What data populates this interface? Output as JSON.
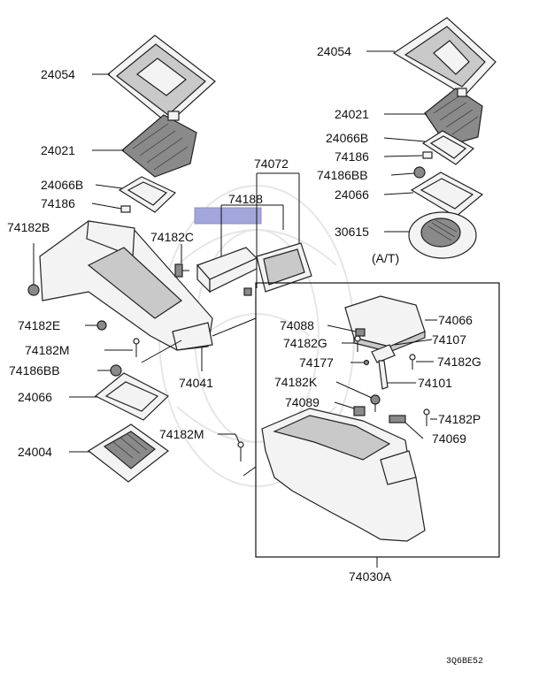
{
  "labels": {
    "l24054_left": "24054",
    "l24021_left": "24021",
    "l24066b_left": "24066B",
    "l74186_left": "74186",
    "l74182b": "74182B",
    "l74182e": "74182E",
    "l74182m_left": "74182M",
    "l74186bb_left": "74186BB",
    "l24066_left": "24066",
    "l24004": "24004",
    "l74182m_mid": "74182M",
    "l74182c": "74182C",
    "l74188": "74188",
    "l74072": "74072",
    "l74041": "74041",
    "l24054_right": "24054",
    "l24021_right": "24021",
    "l24066b_right": "24066B",
    "l74186_right": "74186",
    "l74186bb_right": "74186BB",
    "l24066_right": "24066",
    "l30615": "30615",
    "l_at": "(A/T)",
    "l74088": "74088",
    "l74182g_left": "74182G",
    "l74177": "74177",
    "l74182k": "74182K",
    "l74089": "74089",
    "l74066": "74066",
    "l74107": "74107",
    "l74182g_right": "74182G",
    "l74101": "74101",
    "l74182p": "74182P",
    "l74069": "74069",
    "l74030a": "74030A"
  },
  "diagram_code": "3Q6BE52",
  "colors": {
    "highlight_box": "#a3a6db",
    "line": "#111111",
    "part_fill": "#f3f3f3",
    "boot_fill": "#8a8a8a"
  }
}
